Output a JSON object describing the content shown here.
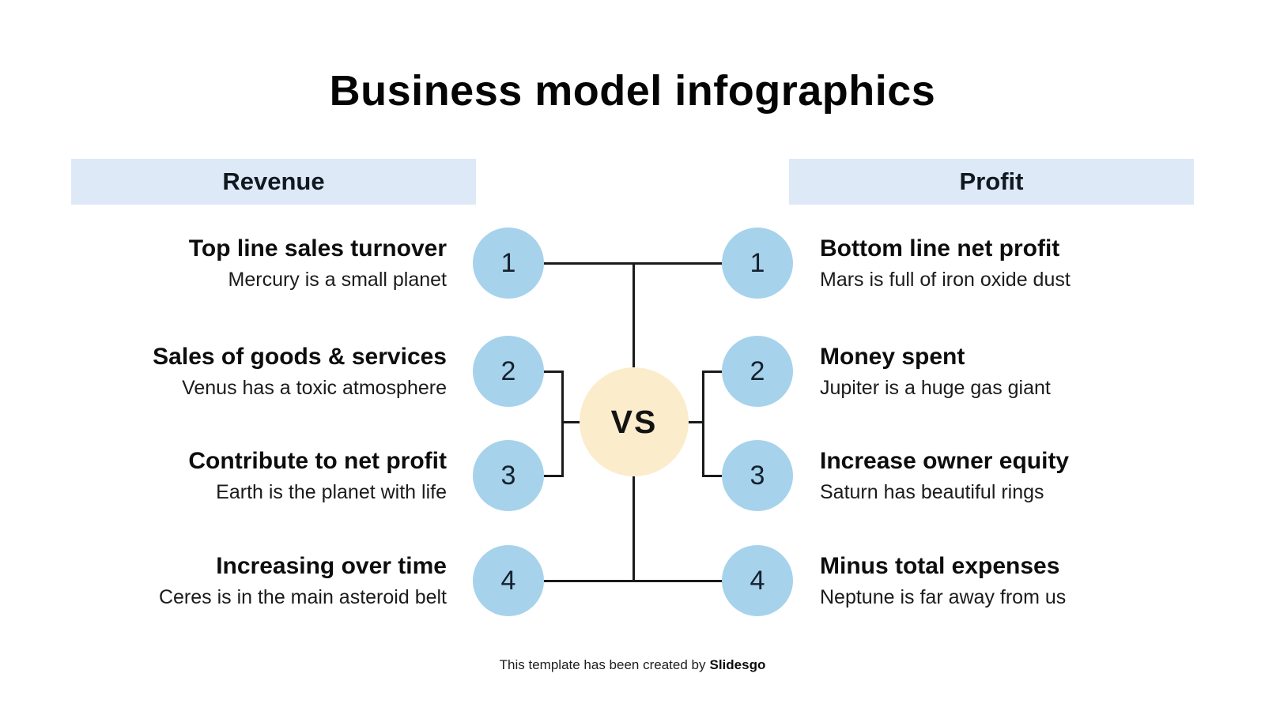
{
  "slide": {
    "title": "Business model infographics",
    "center_label": "VS",
    "footer": {
      "text": "This template has been created by",
      "brand": "Slidesgo"
    },
    "colors": {
      "band": "#dde9f7",
      "circle": "#a6d2ec",
      "vs": "#fbeccb",
      "line": "#1a1a1a"
    },
    "columns": [
      {
        "header": "Revenue",
        "side": "left",
        "items": [
          {
            "num": "1",
            "title": "Top line sales turnover",
            "desc": "Mercury is a small planet"
          },
          {
            "num": "2",
            "title": "Sales of goods & services",
            "desc": "Venus has a toxic atmosphere"
          },
          {
            "num": "3",
            "title": "Contribute to net profit",
            "desc": "Earth is the planet with life"
          },
          {
            "num": "4",
            "title": "Increasing over time",
            "desc": "Ceres is in the main asteroid belt"
          }
        ]
      },
      {
        "header": "Profit",
        "side": "right",
        "items": [
          {
            "num": "1",
            "title": "Bottom line net profit",
            "desc": "Mars is full of iron oxide dust"
          },
          {
            "num": "2",
            "title": "Money spent",
            "desc": "Jupiter is a huge gas giant"
          },
          {
            "num": "3",
            "title": "Increase owner equity",
            "desc": "Saturn has beautiful rings"
          },
          {
            "num": "4",
            "title": "Minus total expenses",
            "desc": "Neptune is far away from us"
          }
        ]
      }
    ]
  }
}
